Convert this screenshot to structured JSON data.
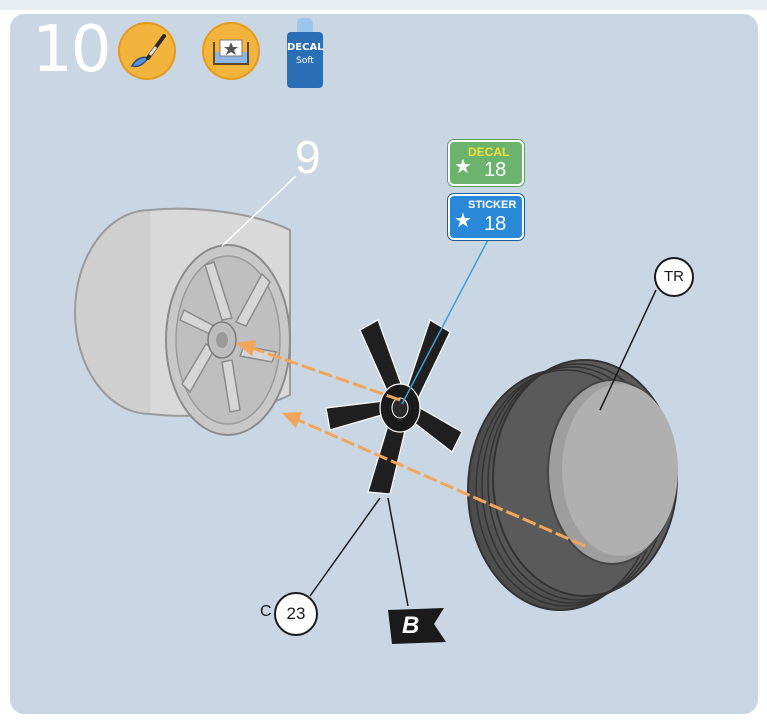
{
  "step": {
    "number": "10"
  },
  "icons": [
    "paint-brush-icon",
    "soak-in-water-icon",
    "decal-soft-bottle-icon"
  ],
  "bottle": {
    "label_line1": "DECAL",
    "label_line2": "Soft"
  },
  "parts": {
    "wheel_rim": "9",
    "tire": "TR",
    "hub_part": "23",
    "hub_part_prefix": "C",
    "flag_letter": "B"
  },
  "badges": {
    "decal": {
      "label": "DECAL",
      "number": "18"
    },
    "sticker": {
      "label": "STICKER",
      "number": "18"
    }
  },
  "colors": {
    "panel": "#c9d7e4",
    "arrow": "#f3a65a",
    "icon_circle": "#f2b43c",
    "decal_badge": "#6cb46e",
    "sticker_badge": "#2a88d8",
    "bottle": "#2a6fb5"
  }
}
